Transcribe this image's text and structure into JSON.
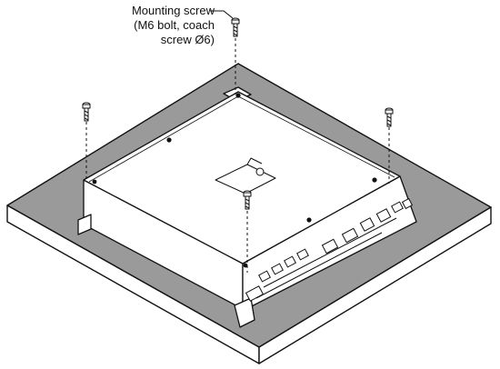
{
  "callout": {
    "line1": "Mounting screw",
    "line2": "(M6 bolt, coach",
    "line3": "screw Ø6)"
  },
  "colors": {
    "board_top": "#9a9a9a",
    "board_edge": "#ffffff",
    "unit_top": "#ffffff",
    "outline": "#111111"
  },
  "icons": [
    "mounting-screw-icon",
    "mounting-hole-icon"
  ]
}
